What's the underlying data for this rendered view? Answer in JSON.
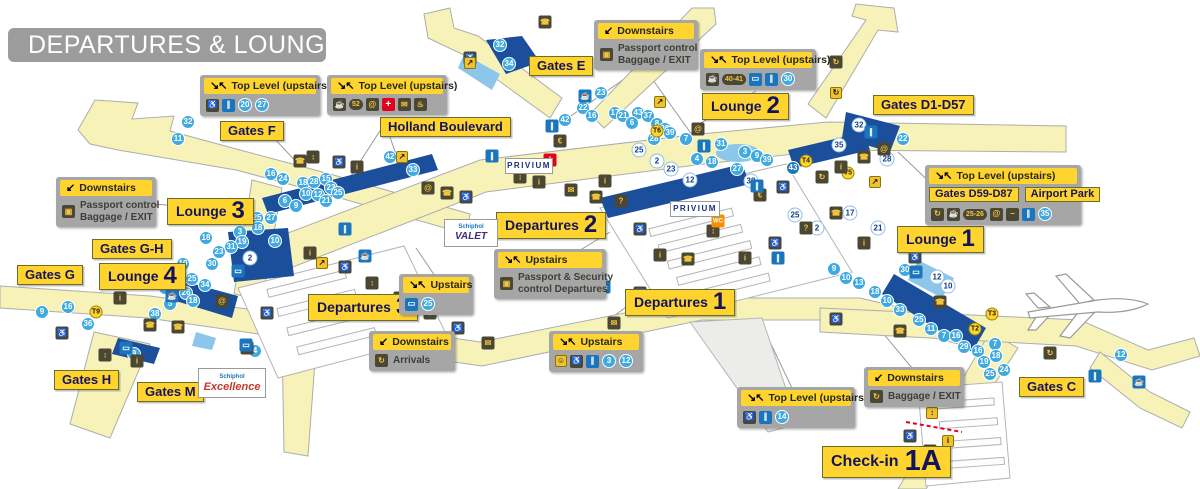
{
  "title": "DEPARTURES & LOUNGES",
  "labels": {
    "gates_f": "Gates F",
    "gates_e": "Gates E",
    "gates_g": "Gates G",
    "gates_gh": "Gates G-H",
    "gates_h": "Gates H",
    "gates_m": "Gates M",
    "gates_c": "Gates C",
    "gates_d1": "Gates D1-D57",
    "holland": "Holland Boulevard",
    "checkin_word": "Check-in",
    "checkin_num": "1A"
  },
  "lounges": {
    "word": "Lounge",
    "n1": "1",
    "n2": "2",
    "n3": "3",
    "n4": "4"
  },
  "departures": {
    "word": "Departures",
    "n1": "1",
    "n2": "2",
    "n3": "3"
  },
  "callouts": {
    "top_level": "Top Level (upstairs)",
    "upstairs": "Upstairs",
    "downstairs": "Downstairs",
    "passport_line1": "Passport control",
    "passport_line2": "Baggage / EXIT",
    "security_line1": "Passport & Security",
    "security_line2": "control Departures",
    "arrivals": "Arrivals",
    "baggage_line": "Baggage / EXIT",
    "gates_d59": "Gates D59-D87",
    "airport_park": "Airport Park",
    "arrows_up": "↘↖",
    "arrows_down": "↙"
  },
  "logos": {
    "schiphol": "Schiphol",
    "valet": "VALET",
    "privium": "PRIVIUM",
    "excellence": "Excellence"
  },
  "colors": {
    "label_yellow": "#FFD42E",
    "pier_yellow": "#F7F2B8",
    "navy_text": "#14145A",
    "lounge_blue": "#1B4E9B",
    "light_blue": "#8CC6EA",
    "circle_blue": "#3FA9E0",
    "callout_gray": "#A7A6A6",
    "title_gray": "#9C9C9C",
    "alert_red": "#E3001B"
  },
  "callout_icons": {
    "co1": [
      {
        "k": "d",
        "g": "♿",
        "n": "wheelchair-icon"
      },
      {
        "k": "bl",
        "g": "∥",
        "n": "restaurant-icon"
      },
      {
        "k": "c",
        "t": "20"
      },
      {
        "k": "c",
        "t": "27"
      }
    ],
    "co2": [
      {
        "k": "d",
        "g": "☕",
        "n": "cafe-icon"
      },
      {
        "k": "dp",
        "t": "52"
      },
      {
        "k": "d",
        "g": "@",
        "n": "internet-icon"
      },
      {
        "k": "r",
        "g": "+",
        "n": "medical-icon"
      },
      {
        "k": "d",
        "g": "✉",
        "n": "post-icon"
      },
      {
        "k": "d",
        "g": "♨",
        "n": "spa-icon"
      }
    ],
    "co3": [
      {
        "k": "d",
        "g": "▣",
        "n": "passport-control-icon"
      }
    ],
    "co4": [
      {
        "k": "d",
        "g": "▣",
        "n": "passport-control-icon"
      }
    ],
    "co5": [
      {
        "k": "d",
        "g": "☕",
        "n": "cafe-icon"
      },
      {
        "k": "dp",
        "t": "40-41"
      },
      {
        "k": "bl",
        "g": "▭",
        "n": "internet-point-icon"
      },
      {
        "k": "bl",
        "g": "∥",
        "n": "restaurant-icon"
      },
      {
        "k": "c",
        "t": "30"
      }
    ],
    "co6": [
      {
        "k": "d",
        "g": "↻",
        "n": "transfer-icon"
      },
      {
        "k": "d",
        "g": "☕",
        "n": "cafe-icon"
      },
      {
        "k": "dp",
        "t": "25-26"
      },
      {
        "k": "d",
        "g": "@",
        "n": "internet-icon"
      },
      {
        "k": "d",
        "g": "−",
        "n": "shop-icon"
      },
      {
        "k": "bl",
        "g": "∥",
        "n": "restaurant-icon"
      },
      {
        "k": "c",
        "t": "35"
      }
    ],
    "co7": [
      {
        "k": "d",
        "g": "▣",
        "n": "security-control-icon"
      }
    ],
    "co8": [
      {
        "k": "bl",
        "g": "▭",
        "n": "internet-point-icon"
      },
      {
        "k": "c",
        "t": "25"
      }
    ],
    "co9": [
      {
        "k": "d",
        "g": "↻",
        "n": "baggage-belt-icon"
      }
    ],
    "co10": [
      {
        "k": "y",
        "g": "☺",
        "n": "babycare-icon"
      },
      {
        "k": "d",
        "g": "♿",
        "n": "wheelchair-icon"
      },
      {
        "k": "bl",
        "g": "∥",
        "n": "restaurant-icon"
      },
      {
        "k": "c",
        "t": "3"
      },
      {
        "k": "c",
        "t": "12"
      }
    ],
    "co11": [
      {
        "k": "d",
        "g": "♿",
        "n": "wheelchair-icon"
      },
      {
        "k": "bl",
        "g": "∥",
        "n": "restaurant-icon"
      },
      {
        "k": "c",
        "t": "14"
      }
    ],
    "co12": [
      {
        "k": "d",
        "g": "↻",
        "n": "baggage-belt-icon"
      }
    ]
  },
  "markers": [
    [
      188,
      122,
      "c",
      "32"
    ],
    [
      178,
      139,
      "c",
      "11"
    ],
    [
      271,
      174,
      "c",
      "16"
    ],
    [
      283,
      179,
      "c",
      "24"
    ],
    [
      303,
      183,
      "c",
      "18"
    ],
    [
      314,
      182,
      "c",
      "28"
    ],
    [
      326,
      179,
      "c",
      "15"
    ],
    [
      331,
      188,
      "c",
      "23"
    ],
    [
      338,
      193,
      "c",
      "25"
    ],
    [
      306,
      194,
      "c",
      "10"
    ],
    [
      318,
      195,
      "c",
      "12"
    ],
    [
      326,
      201,
      "c",
      "21"
    ],
    [
      285,
      201,
      "c",
      "6"
    ],
    [
      296,
      206,
      "c",
      "9"
    ],
    [
      257,
      218,
      "c",
      "25"
    ],
    [
      271,
      218,
      "c",
      "27"
    ],
    [
      258,
      228,
      "c",
      "18"
    ],
    [
      240,
      232,
      "c",
      "3"
    ],
    [
      242,
      242,
      "c",
      "19"
    ],
    [
      275,
      241,
      "c",
      "10"
    ],
    [
      231,
      247,
      "c",
      "31"
    ],
    [
      219,
      252,
      "c",
      "23"
    ],
    [
      206,
      238,
      "c",
      "18"
    ],
    [
      212,
      264,
      "c",
      "30"
    ],
    [
      183,
      264,
      "c",
      "19"
    ],
    [
      165,
      288,
      "c",
      "37"
    ],
    [
      192,
      279,
      "c",
      "25"
    ],
    [
      205,
      285,
      "c",
      "34"
    ],
    [
      186,
      293,
      "c",
      "26"
    ],
    [
      193,
      301,
      "c",
      "18"
    ],
    [
      170,
      304,
      "c",
      "5"
    ],
    [
      155,
      314,
      "c",
      "38"
    ],
    [
      68,
      307,
      "c",
      "16"
    ],
    [
      42,
      312,
      "c",
      "9"
    ],
    [
      88,
      324,
      "c",
      "36"
    ],
    [
      134,
      354,
      "c",
      "9"
    ],
    [
      255,
      351,
      "c",
      "4"
    ],
    [
      390,
      157,
      "c",
      "42"
    ],
    [
      413,
      170,
      "c",
      "33"
    ],
    [
      500,
      45,
      "c",
      "32"
    ],
    [
      509,
      64,
      "c",
      "34"
    ],
    [
      583,
      108,
      "c",
      "22"
    ],
    [
      592,
      116,
      "c",
      "16"
    ],
    [
      565,
      120,
      "c",
      "42"
    ],
    [
      601,
      93,
      "c",
      "23"
    ],
    [
      615,
      113,
      "c",
      "17"
    ],
    [
      623,
      116,
      "c",
      "21"
    ],
    [
      638,
      113,
      "c",
      "43"
    ],
    [
      648,
      116,
      "c",
      "37"
    ],
    [
      657,
      124,
      "c",
      "8"
    ],
    [
      632,
      123,
      "c",
      "6"
    ],
    [
      665,
      129,
      "c",
      "20"
    ],
    [
      654,
      139,
      "c",
      "28"
    ],
    [
      670,
      133,
      "c",
      "39"
    ],
    [
      686,
      139,
      "c",
      "7"
    ],
    [
      721,
      144,
      "c",
      "31"
    ],
    [
      745,
      152,
      "c",
      "3"
    ],
    [
      757,
      156,
      "c",
      "9"
    ],
    [
      767,
      160,
      "c",
      "39"
    ],
    [
      712,
      162,
      "c",
      "18"
    ],
    [
      697,
      159,
      "c",
      "4"
    ],
    [
      737,
      169,
      "c",
      "27"
    ],
    [
      903,
      139,
      "c",
      "22"
    ],
    [
      905,
      270,
      "c",
      "30"
    ],
    [
      834,
      269,
      "c",
      "9"
    ],
    [
      846,
      278,
      "c",
      "10"
    ],
    [
      859,
      283,
      "c",
      "13"
    ],
    [
      875,
      292,
      "c",
      "18"
    ],
    [
      887,
      301,
      "c",
      "10"
    ],
    [
      900,
      310,
      "c",
      "33"
    ],
    [
      919,
      320,
      "c",
      "25"
    ],
    [
      931,
      329,
      "c",
      "11"
    ],
    [
      944,
      336,
      "c",
      "7"
    ],
    [
      956,
      336,
      "c",
      "16"
    ],
    [
      964,
      347,
      "c",
      "29"
    ],
    [
      978,
      351,
      "c",
      "16"
    ],
    [
      984,
      362,
      "c",
      "19"
    ],
    [
      995,
      344,
      "c",
      "7"
    ],
    [
      996,
      356,
      "c",
      "18"
    ],
    [
      1004,
      370,
      "c",
      "24"
    ],
    [
      990,
      374,
      "c",
      "25"
    ],
    [
      1121,
      355,
      "c",
      "12"
    ],
    [
      793,
      168,
      "b",
      "43"
    ],
    [
      250,
      258,
      "w",
      "2"
    ],
    [
      639,
      150,
      "w",
      "25"
    ],
    [
      657,
      161,
      "w",
      "2"
    ],
    [
      671,
      169,
      "w",
      "23"
    ],
    [
      690,
      180,
      "w",
      "12"
    ],
    [
      751,
      181,
      "w",
      "38"
    ],
    [
      795,
      215,
      "w",
      "25"
    ],
    [
      817,
      228,
      "w",
      "2"
    ],
    [
      850,
      213,
      "w",
      "17"
    ],
    [
      878,
      228,
      "w",
      "21"
    ],
    [
      839,
      145,
      "w",
      "35"
    ],
    [
      859,
      125,
      "w",
      "32"
    ],
    [
      887,
      159,
      "w",
      "28"
    ],
    [
      937,
      277,
      "w",
      "12"
    ],
    [
      948,
      286,
      "w",
      "10"
    ],
    [
      806,
      161,
      "t",
      "T4"
    ],
    [
      848,
      173,
      "t",
      "T5"
    ],
    [
      657,
      131,
      "t",
      "T6"
    ],
    [
      992,
      314,
      "t",
      "T3"
    ],
    [
      975,
      329,
      "t",
      "T2"
    ],
    [
      96,
      312,
      "t",
      "T9"
    ],
    [
      300,
      161,
      "d",
      "☎"
    ],
    [
      313,
      157,
      "d",
      "↕"
    ],
    [
      339,
      162,
      "d",
      "♿"
    ],
    [
      357,
      167,
      "d",
      "i"
    ],
    [
      428,
      188,
      "d",
      "@"
    ],
    [
      447,
      193,
      "d",
      "☎"
    ],
    [
      466,
      197,
      "d",
      "♿"
    ],
    [
      520,
      177,
      "d",
      "↕"
    ],
    [
      539,
      182,
      "d",
      "i"
    ],
    [
      571,
      190,
      "d",
      "✉"
    ],
    [
      596,
      197,
      "d",
      "☎"
    ],
    [
      621,
      201,
      "d",
      "?"
    ],
    [
      640,
      229,
      "d",
      "♿"
    ],
    [
      660,
      255,
      "d",
      "i"
    ],
    [
      688,
      259,
      "d",
      "☎"
    ],
    [
      713,
      231,
      "d",
      "↕"
    ],
    [
      760,
      195,
      "d",
      "€"
    ],
    [
      783,
      187,
      "d",
      "♿"
    ],
    [
      822,
      177,
      "d",
      "↻"
    ],
    [
      841,
      167,
      "d",
      "i"
    ],
    [
      864,
      157,
      "d",
      "☎"
    ],
    [
      884,
      149,
      "d",
      "@"
    ],
    [
      915,
      257,
      "d",
      "♿"
    ],
    [
      940,
      302,
      "d",
      "☎"
    ],
    [
      864,
      243,
      "d",
      "i"
    ],
    [
      640,
      293,
      "d",
      "♿"
    ],
    [
      614,
      323,
      "d",
      "✉"
    ],
    [
      700,
      303,
      "d",
      "☎"
    ],
    [
      745,
      258,
      "d",
      "i"
    ],
    [
      775,
      243,
      "d",
      "♿"
    ],
    [
      806,
      228,
      "d",
      "?"
    ],
    [
      836,
      213,
      "d",
      "☎"
    ],
    [
      310,
      253,
      "d",
      "i"
    ],
    [
      345,
      267,
      "d",
      "♿"
    ],
    [
      372,
      283,
      "d",
      "↕"
    ],
    [
      400,
      298,
      "d",
      "☎"
    ],
    [
      430,
      313,
      "d",
      "i"
    ],
    [
      458,
      328,
      "d",
      "♿"
    ],
    [
      488,
      343,
      "d",
      "✉"
    ],
    [
      247,
      348,
      "d",
      "☎"
    ],
    [
      267,
      313,
      "d",
      "♿"
    ],
    [
      120,
      298,
      "d",
      "i"
    ],
    [
      150,
      325,
      "d",
      "☎"
    ],
    [
      62,
      333,
      "d",
      "♿"
    ],
    [
      105,
      355,
      "d",
      "↕"
    ],
    [
      137,
      361,
      "d",
      "i"
    ],
    [
      178,
      327,
      "d",
      "☎"
    ],
    [
      222,
      301,
      "d",
      "@"
    ],
    [
      545,
      22,
      "d",
      "☎"
    ],
    [
      470,
      58,
      "d",
      "♿"
    ],
    [
      610,
      38,
      "d",
      "i"
    ],
    [
      836,
      62,
      "d",
      "↻"
    ],
    [
      698,
      129,
      "d",
      "@"
    ],
    [
      836,
      319,
      "d",
      "♿"
    ],
    [
      900,
      331,
      "d",
      "☎"
    ],
    [
      1050,
      353,
      "d",
      "↻"
    ],
    [
      930,
      451,
      "d",
      "i"
    ],
    [
      910,
      436,
      "d",
      "♿"
    ],
    [
      560,
      141,
      "d",
      "€"
    ],
    [
      605,
      181,
      "d",
      "i"
    ],
    [
      126,
      348,
      "bl",
      "▭"
    ],
    [
      246,
      345,
      "bl",
      "▭"
    ],
    [
      365,
      256,
      "bl",
      "☕"
    ],
    [
      604,
      287,
      "bl",
      "▭"
    ],
    [
      552,
      126,
      "bl",
      "∥"
    ],
    [
      585,
      96,
      "bl",
      "☕"
    ],
    [
      916,
      272,
      "bl",
      "▭"
    ],
    [
      757,
      186,
      "bl",
      "∥"
    ],
    [
      778,
      258,
      "bl",
      "∥"
    ],
    [
      1095,
      376,
      "bl",
      "∥"
    ],
    [
      492,
      156,
      "bl",
      "∥"
    ],
    [
      238,
      271,
      "bl",
      "▭"
    ],
    [
      172,
      296,
      "bl",
      "☕"
    ],
    [
      345,
      229,
      "bl",
      "∥"
    ],
    [
      871,
      132,
      "bl",
      "∥"
    ],
    [
      1139,
      382,
      "bl",
      "☕"
    ],
    [
      704,
      146,
      "bl",
      "∥"
    ],
    [
      402,
      157,
      "y",
      "↗"
    ],
    [
      470,
      63,
      "y",
      "↗"
    ],
    [
      836,
      93,
      "y",
      "↻"
    ],
    [
      875,
      182,
      "y",
      "↗"
    ],
    [
      322,
      263,
      "y",
      "↗"
    ],
    [
      932,
      413,
      "y",
      "↕"
    ],
    [
      948,
      441,
      "y",
      "i"
    ],
    [
      660,
      102,
      "y",
      "↗"
    ],
    [
      550,
      160,
      "r",
      "+"
    ],
    [
      718,
      221,
      "o",
      "WC"
    ]
  ]
}
